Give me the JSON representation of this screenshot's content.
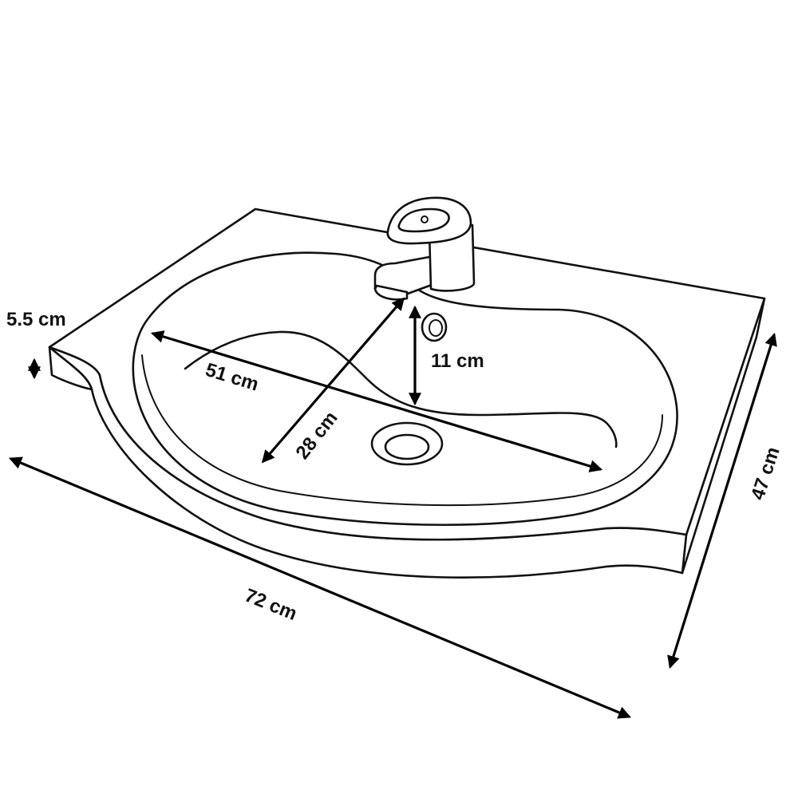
{
  "labels": {
    "thickness": "5.5 cm",
    "bowl_length": "51 cm",
    "bowl_depth": "28 cm",
    "faucet_to_bowl": "11 cm",
    "total_width": "72 cm",
    "total_depth": "47 cm"
  },
  "colors": {
    "line": "#111111",
    "background": "#ffffff"
  }
}
